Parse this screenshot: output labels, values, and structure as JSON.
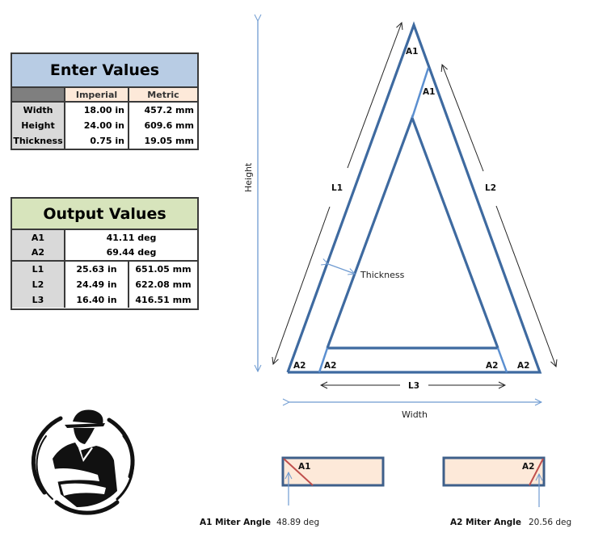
{
  "enter_values": {
    "title": "Enter Values",
    "columns": [
      "",
      "Imperial",
      "Metric"
    ],
    "rows": [
      {
        "label": "Width",
        "imperial": "18.00 in",
        "metric": "457.2 mm"
      },
      {
        "label": "Height",
        "imperial": "24.00 in",
        "metric": "609.6 mm"
      },
      {
        "label": "Thickness",
        "imperial": "0.75 in",
        "metric": "19.05 mm"
      }
    ],
    "colors": {
      "header_bg": "#b8cce4",
      "subheader_bg": "#fde9d9",
      "corner_bg": "#7f7f7f"
    }
  },
  "output_values": {
    "title": "Output Values",
    "angles": [
      {
        "label": "A1",
        "value": "41.11 deg"
      },
      {
        "label": "A2",
        "value": "69.44 deg"
      }
    ],
    "lengths": [
      {
        "label": "L1",
        "imperial": "25.63 in",
        "metric": "651.05 mm"
      },
      {
        "label": "L2",
        "imperial": "24.49 in",
        "metric": "622.08 mm"
      },
      {
        "label": "L3",
        "imperial": "16.40 in",
        "metric": "416.51 mm"
      }
    ],
    "colors": {
      "header_bg": "#d7e4bc"
    }
  },
  "diagram": {
    "labels": {
      "height": "Height",
      "width": "Width",
      "thickness": "Thickness",
      "l1": "L1",
      "l2": "L2",
      "l3": "L3",
      "a1": "A1",
      "a2": "A2"
    },
    "colors": {
      "frame": "#3e6aa0",
      "frame_light": "#5b8fd0",
      "dimension": "#6f9bd1",
      "arrow": "#222222",
      "miter_line": "#c0504d",
      "board_fill": "#fde9d9",
      "board_border": "#3e5f8a"
    }
  },
  "miters": {
    "a1": {
      "label": "A1 Miter Angle",
      "value": "48.89 deg",
      "board_label": "A1"
    },
    "a2": {
      "label": "A2 Miter Angle",
      "value": "20.56 deg",
      "board_label": "A2"
    }
  },
  "logo": {
    "icon": "woodworker-arms-crossed-logo"
  }
}
